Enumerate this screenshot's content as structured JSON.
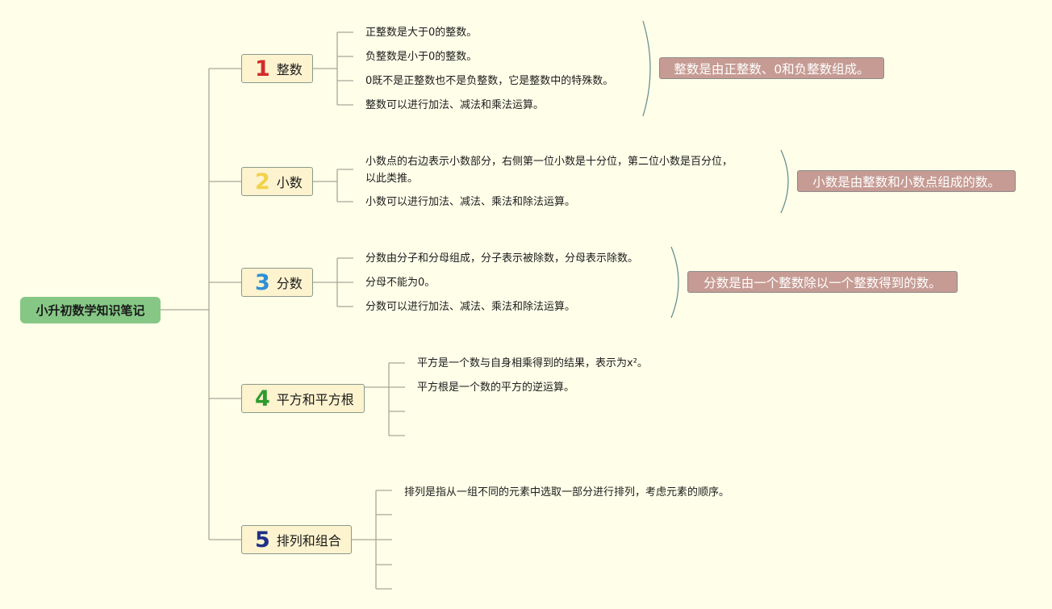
{
  "root": {
    "label": "小升初数学知识笔记"
  },
  "colors": {
    "background": "#fefee9",
    "root_fill": "#86c786",
    "topic_fill": "#fdf3cf",
    "summary_fill": "#c69b93",
    "connector": "#a8a898",
    "brace": "#5f8a8a",
    "number_1": "#d42a2a",
    "number_2": "#f2d24a",
    "number_3": "#2f8fd6",
    "number_4": "#2e9a2e",
    "number_5": "#1f2f86"
  },
  "topics": [
    {
      "number": "1",
      "label": "整数",
      "items": [
        "正整数是大于0的整数。",
        "负整数是小于0的整数。",
        "0既不是正整数也不是负整数，它是整数中的特殊数。",
        "整数可以进行加法、减法和乘法运算。"
      ],
      "summary": "整数是由正整数、0和负整数组成。"
    },
    {
      "number": "2",
      "label": "小数",
      "items": [
        "小数点的右边表示小数部分，右侧第一位小数是十分位，第二位小数是百分位，",
        "以此类推。",
        "小数可以进行加法、减法、乘法和除法运算。"
      ],
      "summary": "小数是由整数和小数点组成的数。"
    },
    {
      "number": "3",
      "label": "分数",
      "items": [
        "分数由分子和分母组成，分子表示被除数，分母表示除数。",
        "分母不能为0。",
        "分数可以进行加法、减法、乘法和除法运算。"
      ],
      "summary": "分数是由一个整数除以一个整数得到的数。"
    },
    {
      "number": "4",
      "label": "平方和平方根",
      "items": [
        "平方是一个数与自身相乘得到的结果，表示为x²。",
        "平方根是一个数的平方的逆运算。"
      ]
    },
    {
      "number": "5",
      "label": "排列和组合",
      "items": [
        "排列是指从一组不同的元素中选取一部分进行排列，考虑元素的顺序。"
      ]
    }
  ],
  "icons": [
    "number-1-icon",
    "number-2-icon",
    "number-3-icon",
    "number-4-icon",
    "number-5-icon"
  ]
}
